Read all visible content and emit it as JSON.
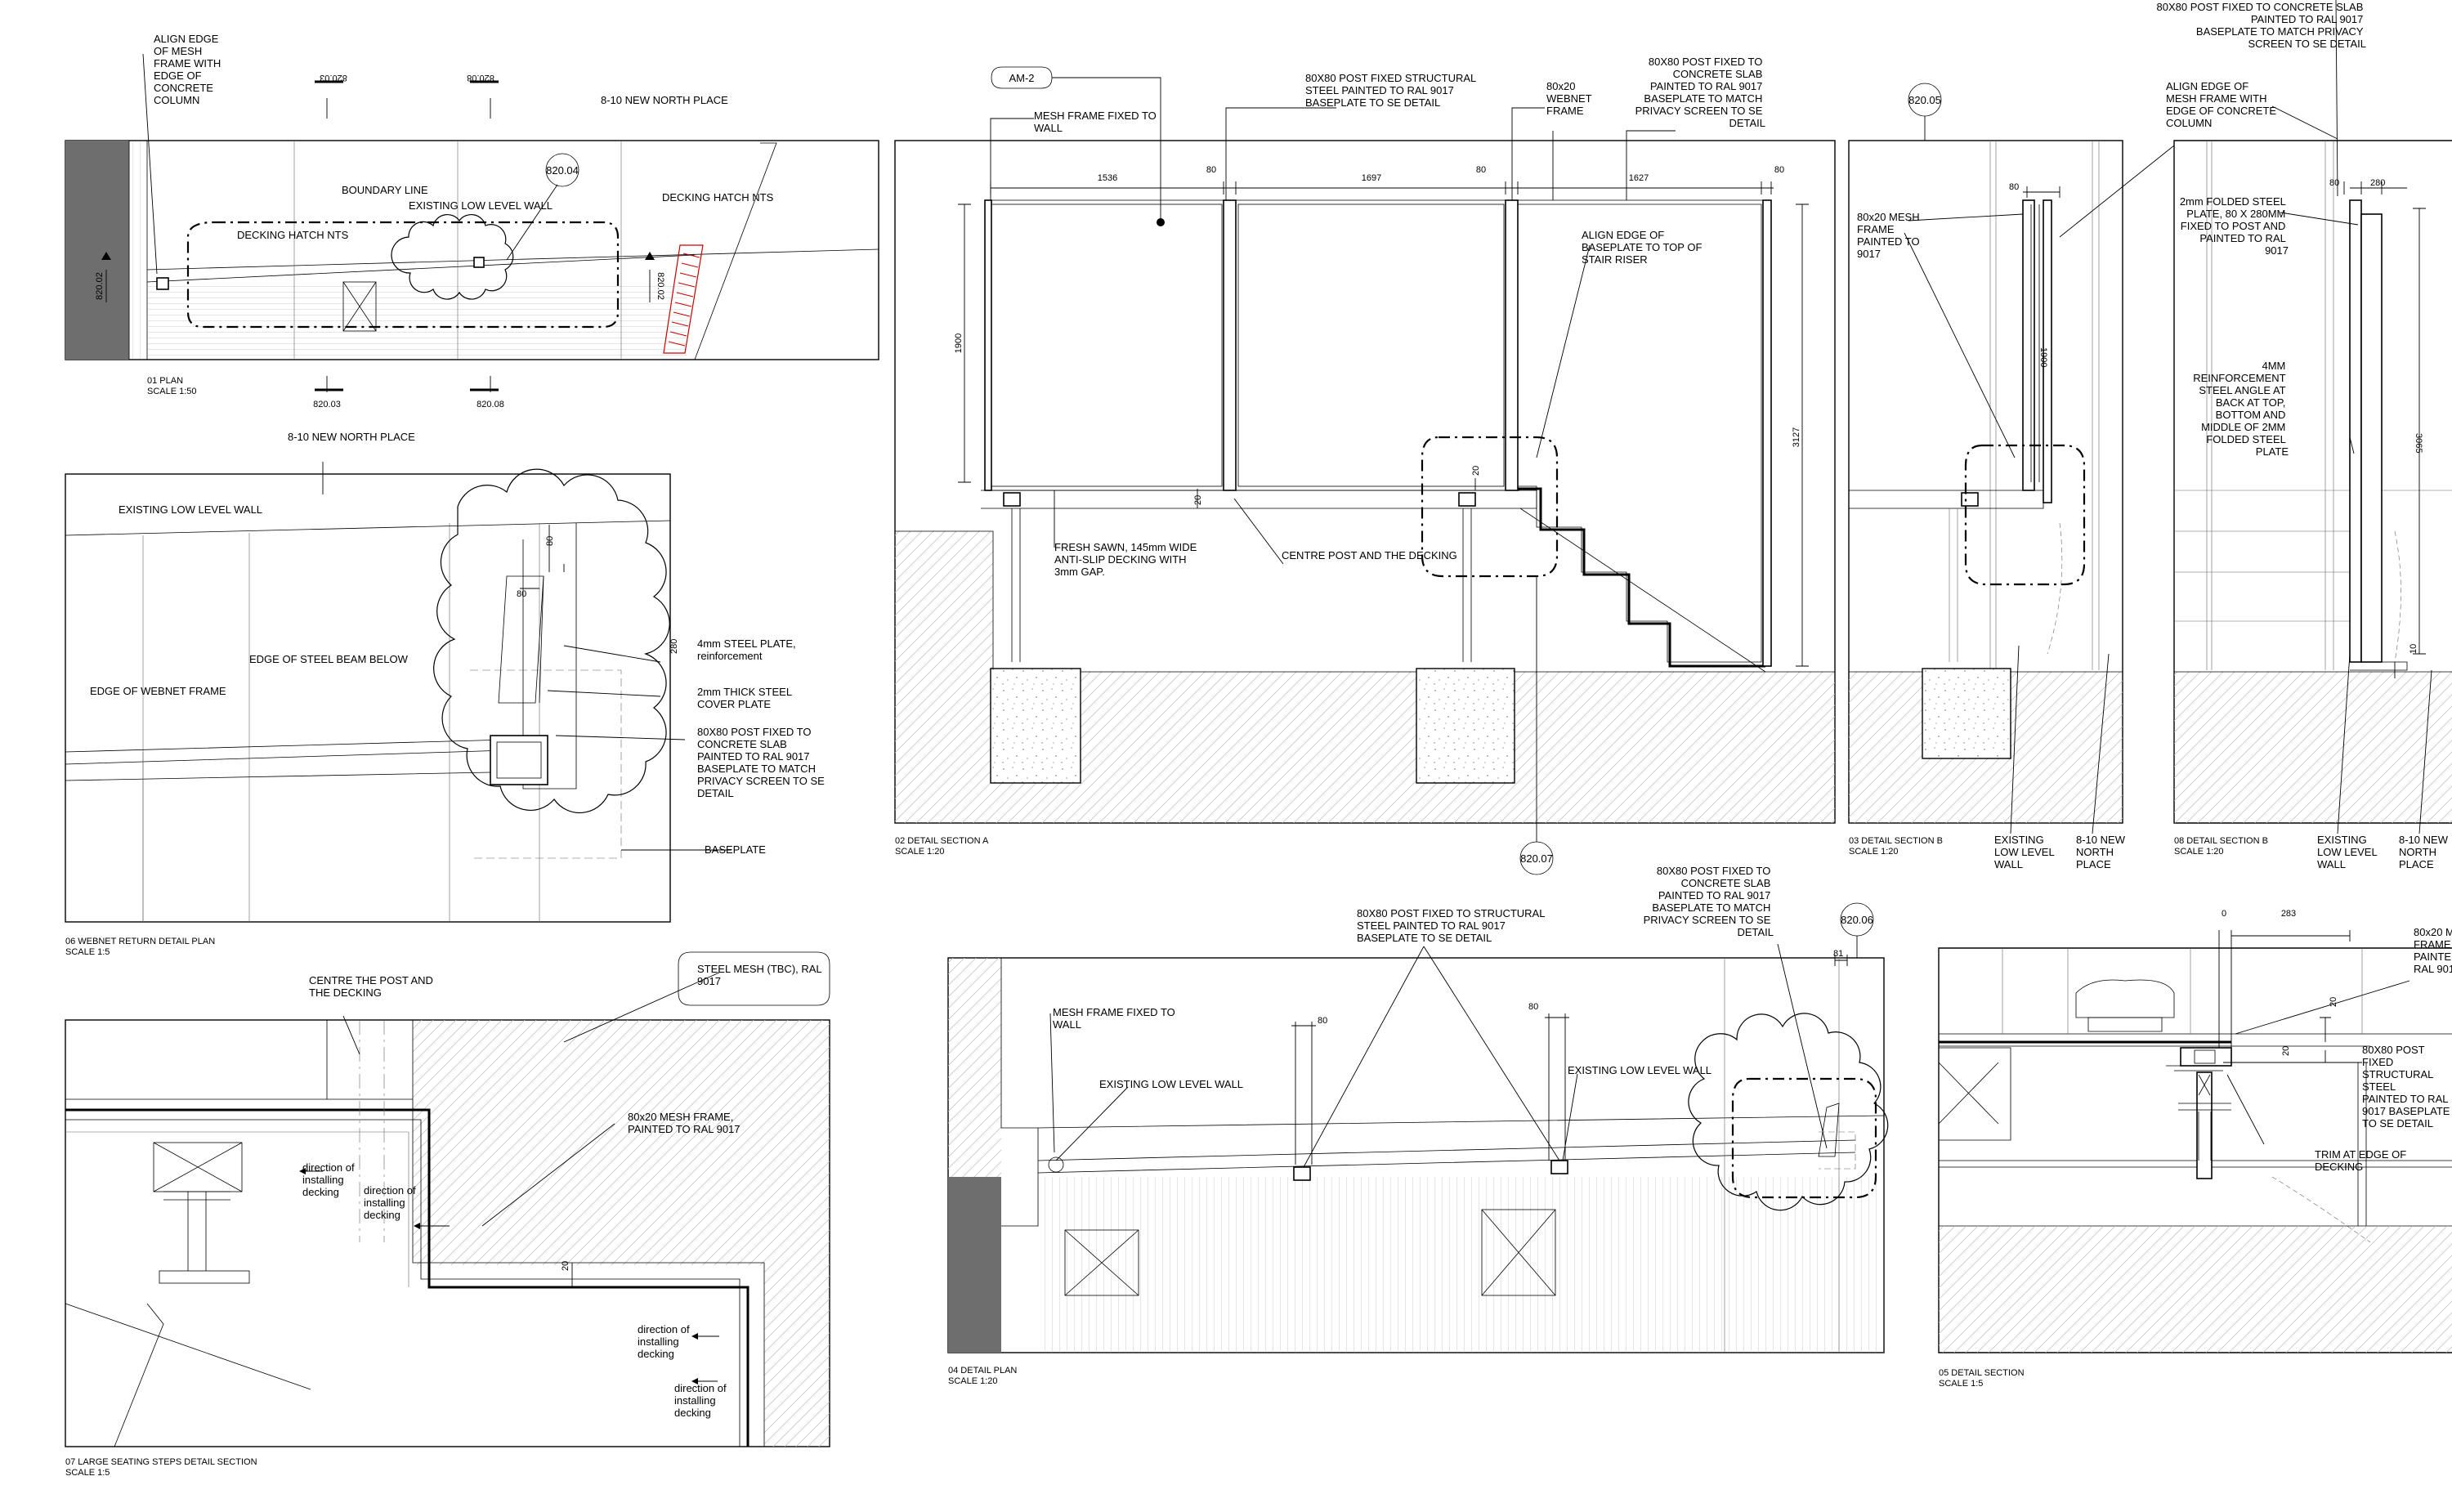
{
  "views": {
    "v01": {
      "title": "01 PLAN",
      "scale": "SCALE 1:50"
    },
    "v02": {
      "title": "02 DETAIL SECTION A",
      "scale": "SCALE 1:20"
    },
    "v03": {
      "title": "03 DETAIL SECTION B",
      "scale": "SCALE 1:20"
    },
    "v08": {
      "title": "08 DETAIL SECTION B",
      "scale": "SCALE 1:20"
    },
    "v06": {
      "title": "06 WEBNET RETURN DETAIL PLAN",
      "scale": "SCALE 1:5"
    },
    "v04": {
      "title": "04 DETAIL PLAN",
      "scale": "SCALE 1:20"
    },
    "v05": {
      "title": "05 DETAIL SECTION",
      "scale": "SCALE 1:5"
    },
    "v07": {
      "title": "07 LARGE SEATING STEPS DETAIL SECTION",
      "scale": "SCALE 1:5"
    }
  },
  "markers": {
    "m_820_04": "820.04",
    "m_820_05": "820.05",
    "m_820_06": "820.06",
    "m_820_07": "820.07",
    "am2": "AM-2",
    "sec_820_02": "820.02",
    "sec_820_03": "820.03",
    "sec_820_08": "820.08",
    "sec_820_02b": "820.02",
    "sec_820_03b": "820.03",
    "sec_820_08b": "820.08"
  },
  "notes": {
    "align_mesh_column": [
      "ALIGN EDGE",
      "OF MESH",
      "FRAME WITH",
      "EDGE OF",
      "CONCRETE",
      "COLUMN"
    ],
    "new_north_1": "8-10 NEW NORTH PLACE",
    "boundary_line": "BOUNDARY LINE",
    "existing_low_wall_1": "EXISTING LOW LEVEL WALL",
    "decking_hatch_1": "DECKING HATCH NTS",
    "decking_hatch_2": "DECKING HATCH NTS",
    "new_north_2": "8-10 NEW NORTH PLACE",
    "existing_low_wall_2": "EXISTING LOW LEVEL WALL",
    "edge_steel_beam": "EDGE OF STEEL BEAM BELOW",
    "edge_webnet": "EDGE OF WEBNET FRAME",
    "steel_plate_4mm": [
      "4mm STEEL PLATE,",
      "reinforcement"
    ],
    "cover_plate_2mm": [
      "2mm THICK STEEL",
      "COVER PLATE"
    ],
    "post_80_slab_06": [
      "80X80 POST FIXED TO",
      "CONCRETE SLAB",
      "PAINTED TO RAL 9017",
      "BASEPLATE TO MATCH",
      "PRIVACY SCREEN TO SE",
      "DETAIL"
    ],
    "baseplate": "BASEPLATE",
    "centre_post_07": [
      "CENTRE THE POST AND",
      "THE DECKING"
    ],
    "steel_mesh_07": [
      "STEEL MESH (TBC), RAL",
      "9017"
    ],
    "mesh_frame_07": [
      "80x20 MESH FRAME,",
      "PAINTED TO RAL 9017"
    ],
    "dir_decking": [
      "direction of",
      "installing",
      "decking"
    ],
    "mesh_frame_wall_02": [
      "MESH FRAME FIXED TO",
      "WALL"
    ],
    "post_structural_02": [
      "80X80 POST FIXED STRUCTURAL",
      "STEEL PAINTED TO RAL 9017",
      "BASEPLATE TO SE DETAIL"
    ],
    "webnet_frame_02": [
      "80x20",
      "WEBNET",
      "FRAME"
    ],
    "post_slab_02": [
      "80X80 POST FIXED TO",
      "CONCRETE SLAB",
      "PAINTED TO RAL 9017",
      "BASEPLATE TO MATCH",
      "PRIVACY SCREEN TO SE",
      "DETAIL"
    ],
    "align_baseplate_02": [
      "ALIGN EDGE OF",
      "BASEPLATE TO TOP OF",
      "STAIR RISER"
    ],
    "fresh_sawn_02": [
      "FRESH SAWN, 145mm WIDE",
      "ANTI-SLIP DECKING WITH",
      "3mm GAP."
    ],
    "centre_post_02": "CENTRE POST AND THE DECKING",
    "mesh_frame_ral_03": [
      "80x20 MESH",
      "FRAME",
      "PAINTED TO",
      "9017"
    ],
    "existing_low_wall_03": [
      "EXISTING",
      "LOW LEVEL",
      "WALL"
    ],
    "new_north_03": [
      "8-10 NEW",
      "NORTH",
      "PLACE"
    ],
    "post_slab_08": [
      "80X80 POST FIXED TO CONCRETE SLAB",
      "PAINTED TO RAL 9017",
      "BASEPLATE TO MATCH PRIVACY",
      "SCREEN TO SE DETAIL"
    ],
    "align_mesh_08": [
      "ALIGN EDGE OF",
      "MESH FRAME WITH",
      "EDGE OF CONCRETE",
      "COLUMN"
    ],
    "folded_plate_08": [
      "2mm FOLDED STEEL",
      "PLATE, 80 X 280MM",
      "FIXED TO POST AND",
      "PAINTED TO RAL",
      "9017"
    ],
    "reinforce_angle_08": [
      "4MM",
      "REINFORCEMENT",
      "STEEL ANGLE AT",
      "BACK AT TOP,",
      "BOTTOM AND",
      "MIDDLE OF 2MM",
      "FOLDED STEEL",
      "PLATE"
    ],
    "existing_low_wall_08": [
      "EXISTING",
      "LOW LEVEL",
      "WALL"
    ],
    "new_north_08": [
      "8-10 NEW",
      "NORTH",
      "PLACE"
    ],
    "mesh_frame_wall_04": [
      "MESH FRAME FIXED TO",
      "WALL"
    ],
    "existing_low_wall_04a": "EXISTING LOW LEVEL WALL",
    "existing_low_wall_04b": "EXISTING LOW LEVEL WALL",
    "post_structural_04": [
      "80X80 POST FIXED TO STRUCTURAL",
      "STEEL PAINTED TO RAL 9017",
      "BASEPLATE TO SE DETAIL"
    ],
    "post_slab_04": [
      "80X80 POST FIXED TO",
      "CONCRETE SLAB",
      "PAINTED TO RAL 9017",
      "BASEPLATE TO MATCH",
      "PRIVACY SCREEN TO SE",
      "DETAIL"
    ],
    "mesh_frame_05": [
      "80x20 M",
      "FRAME",
      "PAINTE",
      "RAL 901"
    ],
    "post_structural_05": [
      "80X80 POST",
      "FIXED",
      "STRUCTURAL",
      "STEEL",
      "PAINTED TO RAL",
      "9017 BASEPLATE",
      "TO SE DETAIL"
    ],
    "trim_05": [
      "TRIM AT EDGE OF",
      "DECKING"
    ]
  },
  "dims": {
    "d1536": "1536",
    "d80a": "80",
    "d1697": "1697",
    "d80b": "80",
    "d1627": "1627",
    "d80c": "80",
    "d1900": "1900",
    "d3127": "3127",
    "d20a": "20",
    "d20b": "20",
    "d80_03": "80",
    "d1900_03": "1900",
    "d80_08": "80",
    "d280_08": "280",
    "d3065": "3065",
    "d10": "10",
    "d80_06a": "80",
    "d80_06b": "80",
    "d280_06": "280",
    "d80_04a": "80",
    "d80_04b": "80",
    "d81": "81",
    "d0": "0",
    "d283": "283",
    "d20_05a": "20",
    "d20_05b": "20",
    "d20_07": "20"
  },
  "colors": {
    "ink": "#000000",
    "wallFill": "#6e6e6e",
    "hatchRed": "#cc0000",
    "background": "#ffffff"
  }
}
